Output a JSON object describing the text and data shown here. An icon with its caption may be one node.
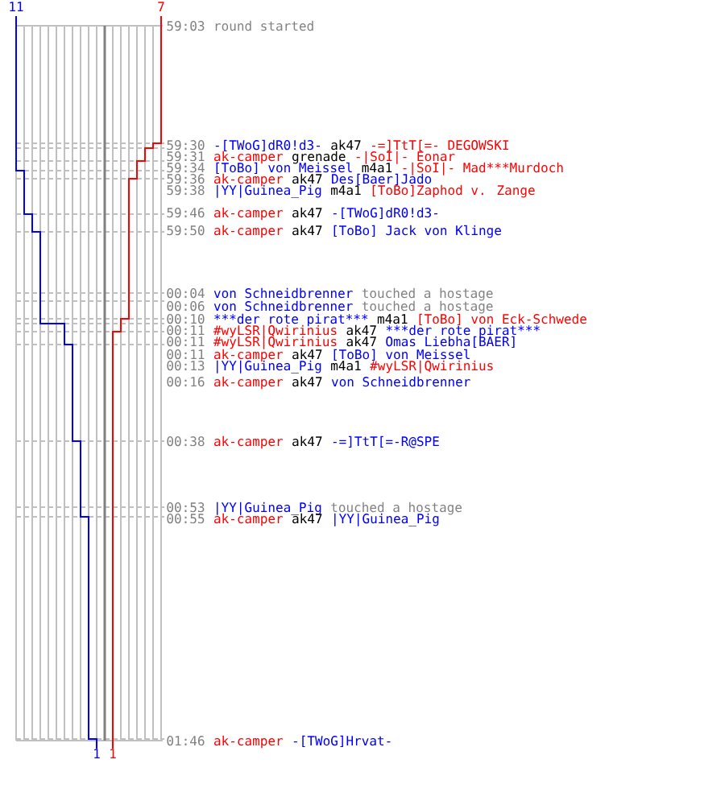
{
  "diagram": {
    "labels": [
      "11",
      "7",
      "59:03",
      "round started",
      "59:30",
      "-[TWoG]dR0!d3-",
      "ak47",
      "-=]TtT[=- DEGOWSKI",
      "59:31",
      "ak-camper",
      "grenade",
      "-|SoI|- Eonar",
      "59:34",
      "[ToBo] von Meissel",
      "m4a1",
      "-|SoI|- Mad***Murdoch",
      "59:36",
      "ak-camper",
      "ak47",
      "Des[Baer]Jado",
      "59:38",
      "|YY|Guinea_Pig",
      "m4a1",
      "[ToBo]Zaphod v. Zange",
      "59:46",
      "ak-camper",
      "ak47",
      "-[TWoG]dR0!d3-",
      "59:50",
      "ak-camper",
      "ak47",
      "[ToBo] Jack von Klinge",
      "00:04",
      "von Schneidbrenner",
      "touched a hostage",
      "00:06",
      "von Schneidbrenner",
      "touched a hostage",
      "00:10",
      "***der rote pirat***",
      "m4a1",
      "[ToBo] von Eck-Schwede",
      "00:11",
      "#wyLSR|Qwirinius",
      "ak47",
      "***der rote pirat***",
      "00:11",
      "#wyLSR|Qwirinius",
      "ak47",
      "Omas Liebha[BAER]",
      "00:11",
      "ak-camper",
      "ak47",
      "[ToBo] von Meissel",
      "00:13",
      "|YY|Guinea_Pig",
      "m4a1",
      "#wyLSR|Qwirinius",
      "00:16",
      "ak-camper",
      "ak47",
      "von Schneidbrenner",
      "00:38",
      "ak-camper",
      "ak47",
      "-=]TtT[=-R@SPE",
      "00:53",
      "|YY|Guinea_Pig",
      "touched a hostage",
      "00:55",
      "ak-camper",
      "ak47",
      "|YY|Guinea_Pig",
      "01:46",
      "ak-camper",
      "-[TWoG]Hrvat-",
      "1",
      "1"
    ]
  }
}
